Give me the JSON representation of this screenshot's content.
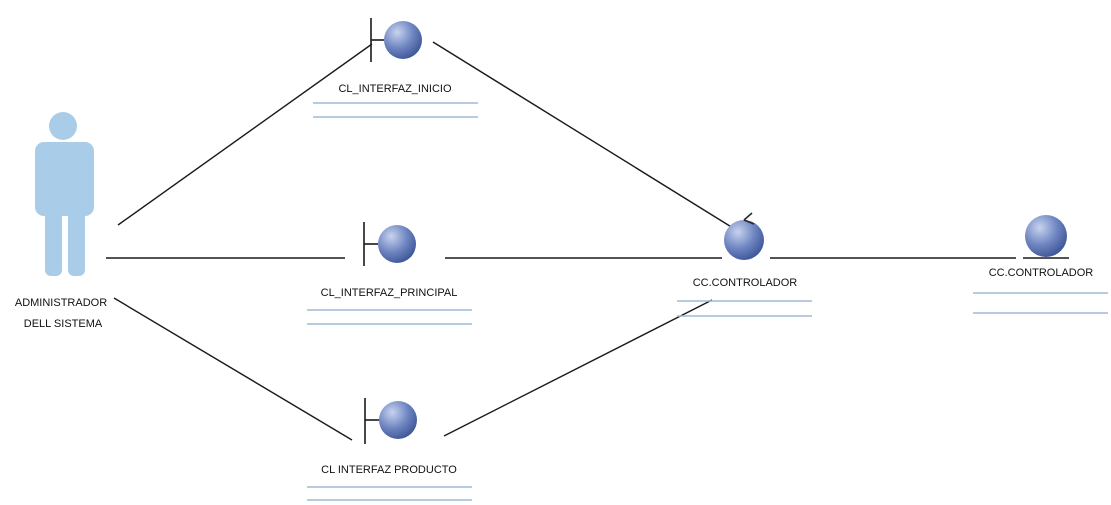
{
  "colors": {
    "background": "#ffffff",
    "actor": "#a9cde8",
    "sphere_light": "#c7d3ee",
    "sphere_mid": "#6f86c2",
    "sphere_dark": "#3d5596",
    "line": "#1a1a1a",
    "underline": "#9fbbd8"
  },
  "actor": {
    "icon": "stick-figure-icon",
    "label_line1": "ADMINISTRADOR",
    "label_line2": "DELL SISTEMA"
  },
  "boundaries": [
    {
      "icon": "boundary-icon",
      "label": "CL_INTERFAZ_INICIO"
    },
    {
      "icon": "boundary-icon",
      "label": "CL_INTERFAZ_PRINCIPAL"
    },
    {
      "icon": "boundary-icon",
      "label": "CL  INTERFAZ  PRODUCTO"
    }
  ],
  "control": {
    "icon": "control-icon",
    "label": "CC.CONTROLADOR"
  },
  "entity": {
    "icon": "entity-icon",
    "label": "CC.CONTROLADOR"
  }
}
